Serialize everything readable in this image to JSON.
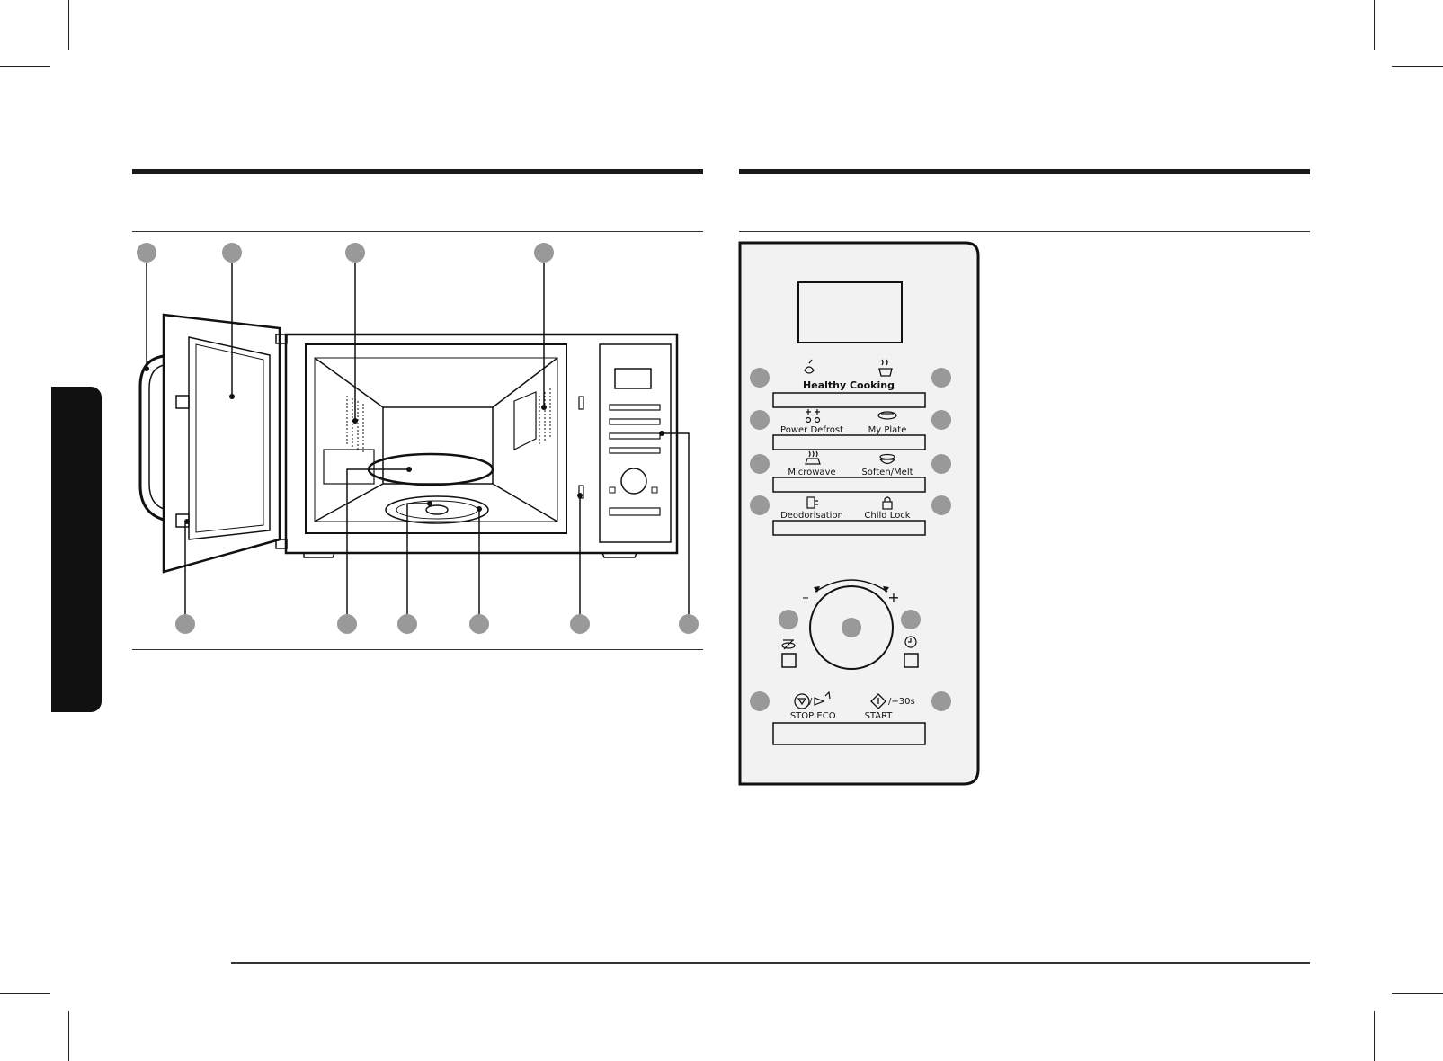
{
  "control_panel": {
    "healthy_cooking": "Healthy Cooking",
    "power_defrost": "Power Defrost",
    "my_plate": "My Plate",
    "microwave": "Microwave",
    "soften_melt": "Soften/Melt",
    "deodorisation": "Deodorisation",
    "child_lock": "Child Lock",
    "minus": "–",
    "plus": "+",
    "stop_label": "STOP",
    "eco_label": "ECO",
    "start_label": "START",
    "plus30s": "/+30s"
  },
  "icons": {
    "healthy_cooking_left": "vegetable-icon",
    "healthy_cooking_right": "steam-dish-icon",
    "power_defrost": "snowflake-drops-icon",
    "my_plate": "plate-icon",
    "microwave": "microwave-waves-icon",
    "soften_melt": "bowl-icon",
    "deodorisation": "deodorise-icon",
    "child_lock": "padlock-icon",
    "left_small": "dish-icon",
    "right_small": "clock-icon",
    "stop": "stop-icon",
    "eco": "eco-icon",
    "start": "start-icon"
  }
}
